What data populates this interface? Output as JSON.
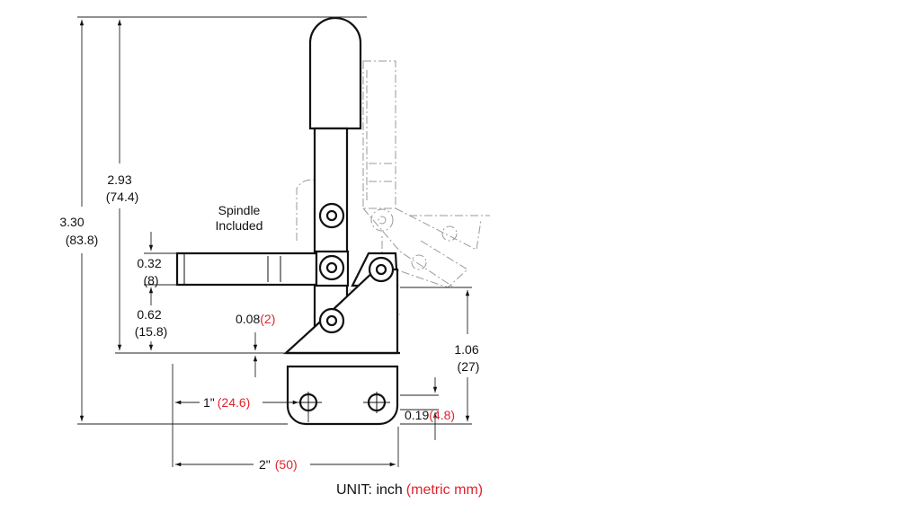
{
  "colors": {
    "ink": "#111111",
    "metric": "#e0232e",
    "phantom": "#9a9a9a"
  },
  "dimensions": {
    "overall_height": {
      "inch": "3.30",
      "mm": "(83.8)"
    },
    "handle_height": {
      "inch": "2.93",
      "mm": "(74.4)"
    },
    "spindle_dia": {
      "inch": "0.32",
      "mm": "(8)"
    },
    "spindle_height": {
      "inch": "0.62",
      "mm": "(15.8)"
    },
    "base_thickness": {
      "inch": "0.08",
      "mm": "(2)"
    },
    "base_to_spindle": {
      "inch": "1.06",
      "mm": "(27)"
    },
    "hole_dia": {
      "inch": "0.19",
      "mm": "(4.8)"
    },
    "hole_spacing": {
      "inch": "1\"",
      "mm": "(24.6)"
    },
    "base_width": {
      "inch": "2\"",
      "mm": "(50)"
    }
  },
  "labels": {
    "spindle_line1": "Spindle",
    "spindle_line2": "Included",
    "unit_prefix": "UNIT: inch",
    "unit_metric": "(metric mm)"
  }
}
